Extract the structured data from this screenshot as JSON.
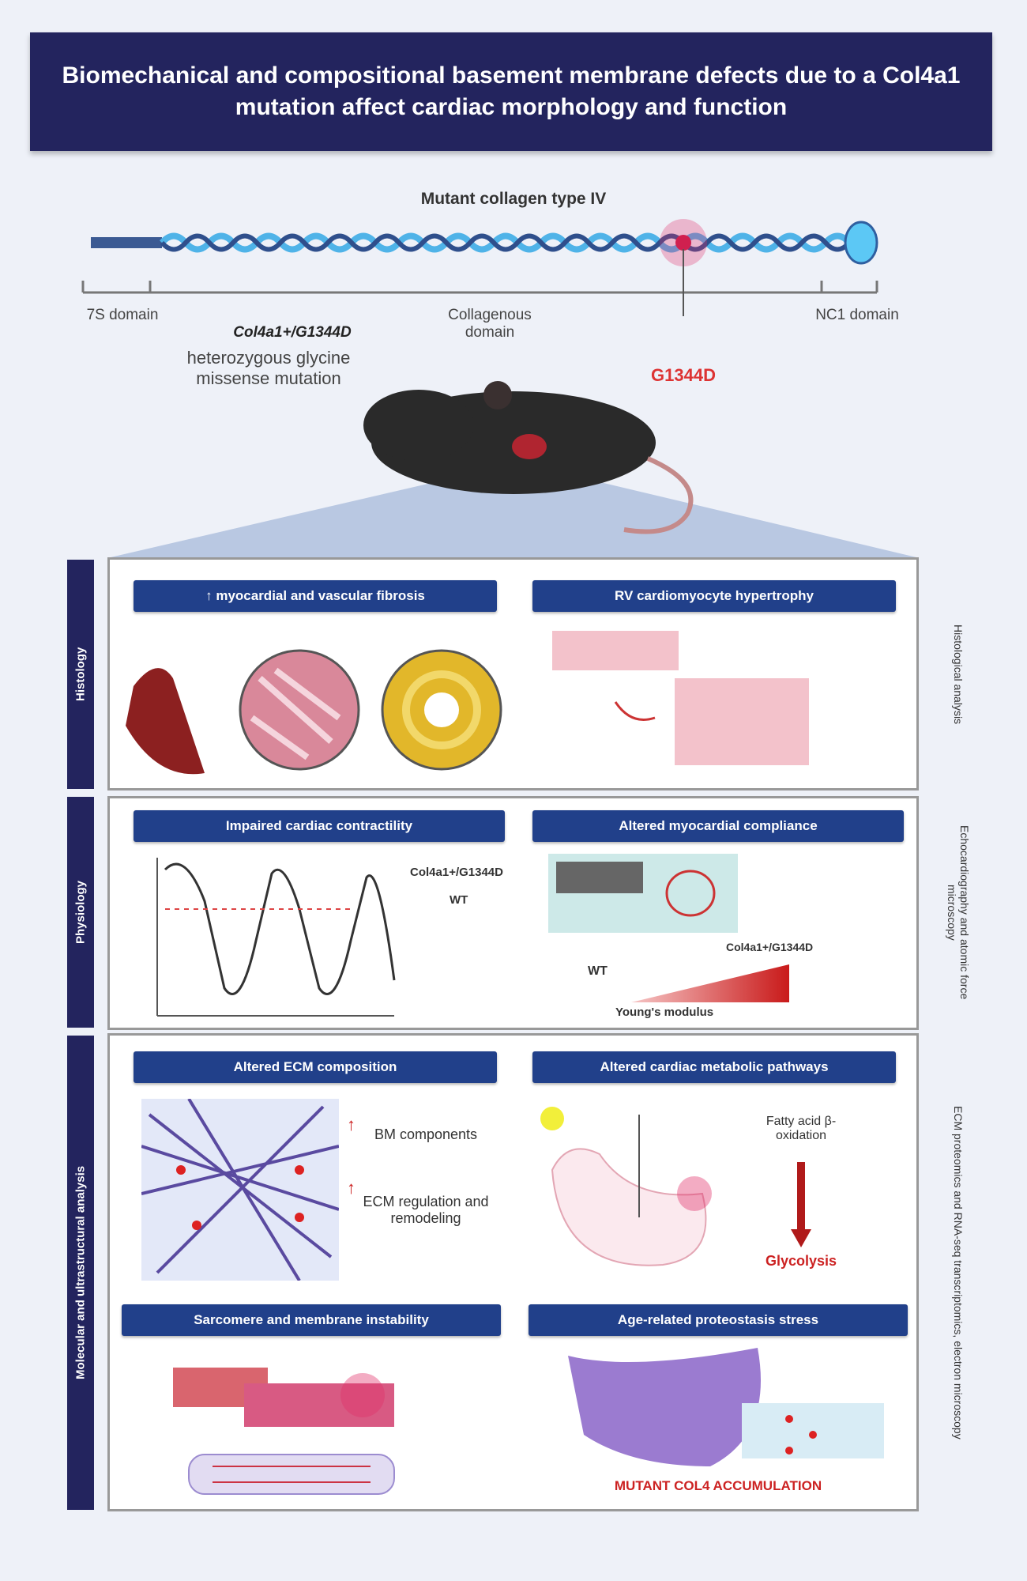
{
  "title": "Biomechanical and compositional basement membrane defects due to a Col4a1 mutation affect cardiac morphology and function",
  "schematic": {
    "protein_label": "Mutant collagen type IV",
    "domain_7s": "7S domain",
    "domain_collagenous": "Collagenous domain",
    "domain_nc1": "NC1 domain",
    "allele": "Col4a1+/G1344D",
    "mutation_desc": "heterozygous glycine missense mutation",
    "mutation": "G1344D"
  },
  "rows": [
    {
      "side": "Histology",
      "right": "Histological analysis",
      "headers": [
        "↑ myocardial and vascular fibrosis",
        "RV cardiomyocyte hypertrophy"
      ]
    },
    {
      "side": "Physiology",
      "right": "Echocardiography and atomic force microscopy",
      "headers": [
        "Impaired cardiac contractility",
        "Altered myocardial compliance"
      ],
      "legend": [
        "Col4a1+/G1344D",
        "WT"
      ],
      "wt": "WT",
      "mut": "Col4a1+/G1344D",
      "modulus": "Young's modulus"
    },
    {
      "side": "Molecular and ultrastructural analysis",
      "right": "ECM proteomics and RNA-seq transcriptomics, electron microscopy",
      "headers": [
        "Altered ECM composition",
        "Altered cardiac metabolic pathways",
        "Sarcomere and membrane instability",
        "Age-related proteostasis stress"
      ],
      "bm": "BM components",
      "ecm": "ECM regulation and remodeling",
      "fao": "Fatty acid β-oxidation",
      "glyco": "Glycolysis",
      "accum": "MUTANT COL4 ACCUMULATION"
    }
  ]
}
